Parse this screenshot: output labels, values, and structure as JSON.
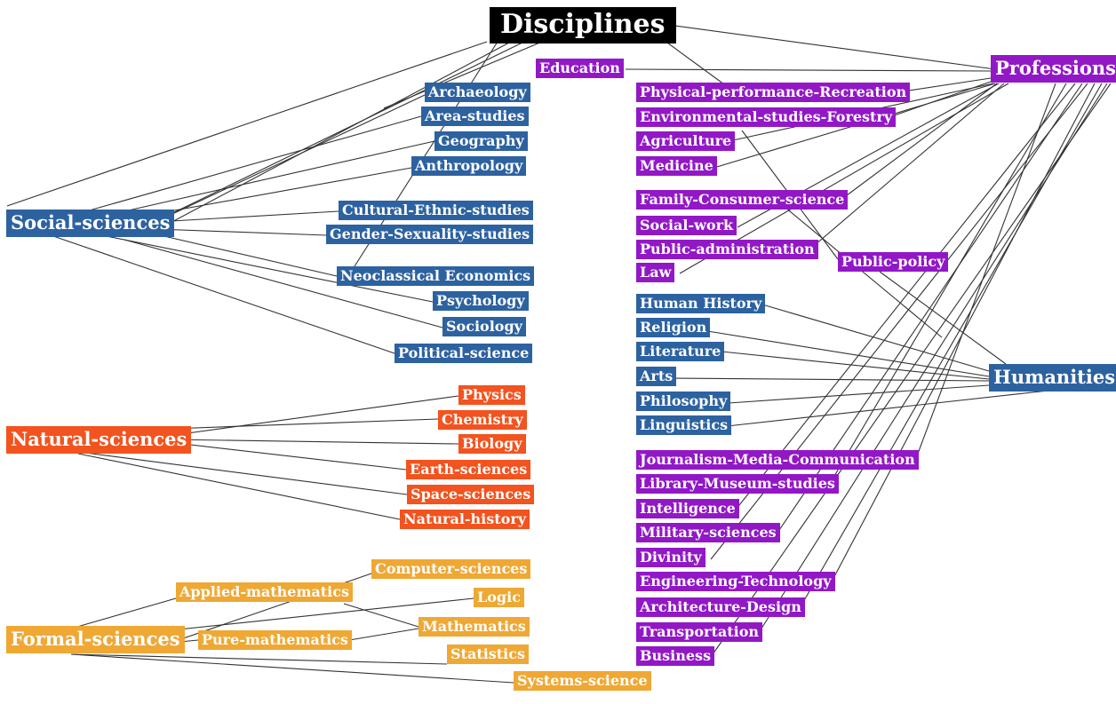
{
  "colors": {
    "root": "#000000",
    "social": "#2d62a0",
    "natural": "#f2531f",
    "formal": "#efa834",
    "professions": "#9218c6",
    "humanities": "#2d62a0",
    "edge": "#333333"
  },
  "diagram": {
    "root": "Disciplines",
    "categories": {
      "social": "Social-sciences",
      "natural": "Natural-sciences",
      "formal": "Formal-sciences",
      "professions": "Professions",
      "humanities": "Humanities"
    },
    "social": {
      "archaeology": "Archaeology",
      "area_studies": "Area-studies",
      "geography": "Geography",
      "anthropology": "Anthropology",
      "cultural_ethnic": "Cultural-Ethnic-studies",
      "gender_sexuality": "Gender-Sexuality-studies",
      "economics": "Neoclassical Economics",
      "psychology": "Psychology",
      "sociology": "Sociology",
      "political_science": "Political-science"
    },
    "natural": {
      "physics": "Physics",
      "chemistry": "Chemistry",
      "biology": "Biology",
      "earth": "Earth-sciences",
      "space": "Space-sciences",
      "natural_history": "Natural-history"
    },
    "formal": {
      "computer": "Computer-sciences",
      "applied_math": "Applied-mathematics",
      "logic": "Logic",
      "pure_math": "Pure-mathematics",
      "mathematics": "Mathematics",
      "statistics": "Statistics",
      "systems": "Systems-science"
    },
    "professions": {
      "education": "Education",
      "physical": "Physical-performance-Recreation",
      "environmental": "Environmental-studies-Forestry",
      "agriculture": "Agriculture",
      "medicine": "Medicine",
      "family": "Family-Consumer-science",
      "social_work": "Social-work",
      "public_admin": "Public-administration",
      "law": "Law",
      "public_policy": "Public-policy",
      "journalism": "Journalism-Media-Communication",
      "library": "Library-Museum-studies",
      "intelligence": "Intelligence",
      "military": "Military-sciences",
      "divinity": "Divinity",
      "engineering": "Engineering-Technology",
      "architecture": "Architecture-Design",
      "transportation": "Transportation",
      "business": "Business"
    },
    "humanities": {
      "history": "Human History",
      "religion": "Religion",
      "literature": "Literature",
      "arts": "Arts",
      "philosophy": "Philosophy",
      "linguistics": "Linguistics"
    }
  }
}
